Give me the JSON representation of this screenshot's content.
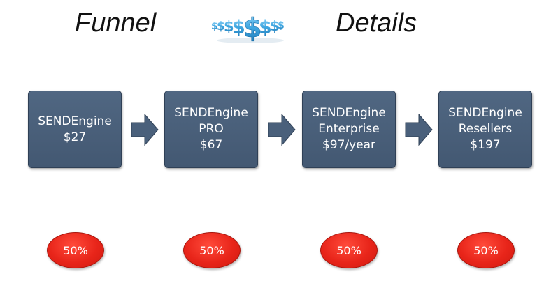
{
  "header": {
    "left_title": "Funnel",
    "right_title": "Details",
    "graphic_icon": "dollar-signs-icon"
  },
  "steps": [
    {
      "lines": [
        "SENDEngine",
        "$27"
      ],
      "conversion": "50%"
    },
    {
      "lines": [
        "SENDEngine",
        "PRO",
        "$67"
      ],
      "conversion": "50%"
    },
    {
      "lines": [
        "SENDEngine",
        "Enterprise",
        "$97/year"
      ],
      "conversion": "50%"
    },
    {
      "lines": [
        "SENDEngine",
        "Resellers",
        "$197"
      ],
      "conversion": "50%"
    }
  ],
  "colors": {
    "box_fill": "#4a607b",
    "arrow_fill": "#4a607b",
    "badge_fill": "#e8251a",
    "dollar_blue": "#3ea6e0"
  }
}
